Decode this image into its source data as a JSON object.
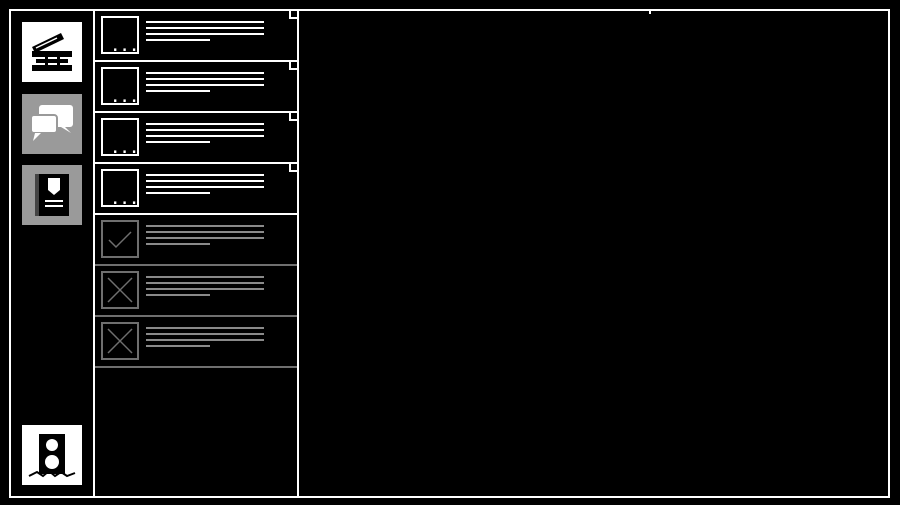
{
  "sidebar": {
    "buttons": [
      {
        "icon": "ticket-stack-icon",
        "state": "active"
      },
      {
        "icon": "chat-bubbles-icon",
        "state": "inactive"
      },
      {
        "icon": "journal-book-icon",
        "state": "inactive"
      }
    ],
    "bottom_button": {
      "icon": "speaker-icon"
    }
  },
  "quest_list": {
    "items": [
      {
        "status": "open",
        "icon_text": "..."
      },
      {
        "status": "open",
        "icon_text": "..."
      },
      {
        "status": "open",
        "icon_text": "..."
      },
      {
        "status": "open",
        "icon_text": "..."
      },
      {
        "status": "completed",
        "icon": "checkmark-icon"
      },
      {
        "status": "failed",
        "icon": "cross-icon"
      },
      {
        "status": "failed",
        "icon": "cross-icon"
      }
    ]
  },
  "colors": {
    "foreground": "#ffffff",
    "background": "#000000",
    "inactive_button": "#9a9a9a",
    "dimmed": "#6f6f6f"
  }
}
